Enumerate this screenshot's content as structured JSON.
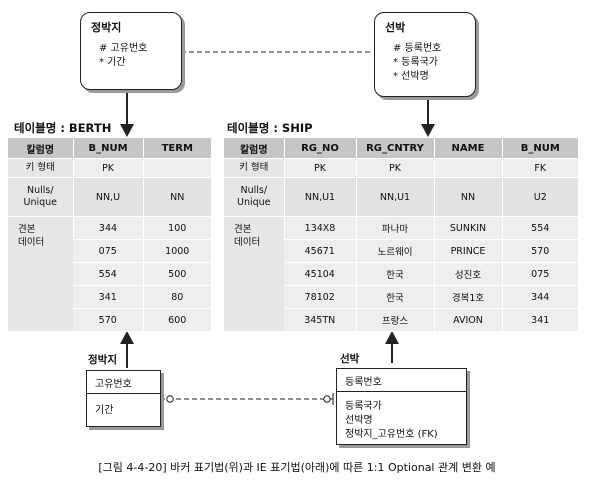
{
  "barker": {
    "berth": {
      "title": "정박지",
      "attrs": [
        "#  고유번호",
        "*  기간"
      ]
    },
    "ship": {
      "title": "선박",
      "attrs": [
        "#  등록번호",
        "*  등록국가",
        "*  선박명"
      ]
    }
  },
  "tables": {
    "berth": {
      "name": "테이블명 : BERTH",
      "headers": [
        "칼럼명",
        "B_NUM",
        "TERM"
      ],
      "key_label": "키 형태",
      "keys": [
        "PK",
        ""
      ],
      "null_label": [
        "Nulls/",
        "Unique"
      ],
      "nulls": [
        "NN,U",
        "NN"
      ],
      "data_label": [
        "견본",
        "데이터"
      ],
      "rows": [
        [
          "344",
          "100"
        ],
        [
          "075",
          "1000"
        ],
        [
          "554",
          "500"
        ],
        [
          "341",
          "80"
        ],
        [
          "570",
          "600"
        ]
      ]
    },
    "ship": {
      "name": "테이블명 : SHIP",
      "headers": [
        "칼럼명",
        "RG_NO",
        "RG_CNTRY",
        "NAME",
        "B_NUM"
      ],
      "key_label": "키 형태",
      "keys": [
        "PK",
        "PK",
        "",
        "FK"
      ],
      "null_label": [
        "Nulls/",
        "Unique"
      ],
      "nulls": [
        "NN,U1",
        "NN,U1",
        "NN",
        "U2"
      ],
      "data_label": [
        "견본",
        "데이터"
      ],
      "rows": [
        [
          "134X8",
          "파나마",
          "SUNKIN",
          "554"
        ],
        [
          "45671",
          "노르웨이",
          "PRINCE",
          "570"
        ],
        [
          "45104",
          "한국",
          "성진호",
          "075"
        ],
        [
          "78102",
          "한국",
          "경복1호",
          "344"
        ],
        [
          "345TN",
          "프랑스",
          "AVION",
          "341"
        ]
      ]
    }
  },
  "ie": {
    "berth": {
      "title": "정박지",
      "pk": "고유번호",
      "attrs": [
        "기간"
      ]
    },
    "ship": {
      "title": "선박",
      "pk": "등록번호",
      "attrs": [
        "등록국가",
        "선박명",
        "정박지_고유번호 (FK)"
      ]
    }
  },
  "caption": "[그림 4-4-20] 바커 표기법(위)과 IE 표기법(아래)에 따른 1:1 Optional 관계 변환 예"
}
